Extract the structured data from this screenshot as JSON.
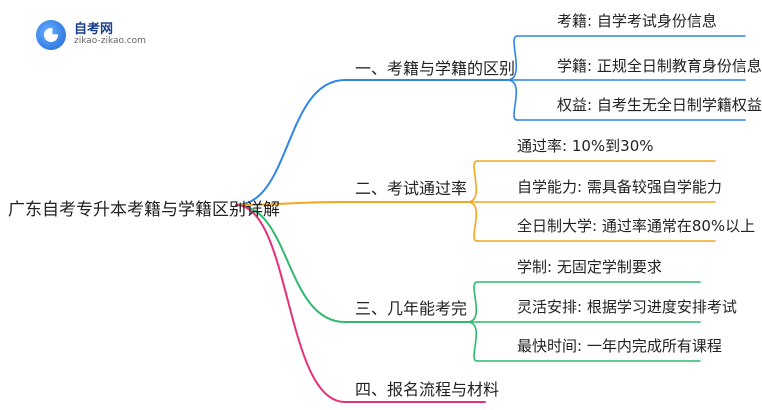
{
  "logo": {
    "name": "自考网",
    "url": "zikao-zikao.com"
  },
  "root": "广东自考专升本考籍与学籍区别详解",
  "branches": [
    {
      "label": "一、考籍与学籍的区别",
      "color": "#2e86e6",
      "leaves": [
        "考籍: 自学考试身份信息",
        "学籍: 正规全日制教育身份信息",
        "权益: 自考生无全日制学籍权益"
      ]
    },
    {
      "label": "二、考试通过率",
      "color": "#f2a623",
      "leaves": [
        "通过率: 10%到30%",
        "自学能力: 需具备较强自学能力",
        "全日制大学: 通过率通常在80%以上"
      ]
    },
    {
      "label": "三、几年能考完",
      "color": "#2fba6e",
      "leaves": [
        "学制: 无固定学制要求",
        "灵活安排: 根据学习进度安排考试",
        "最快时间: 一年内完成所有课程"
      ]
    },
    {
      "label": "四、报名流程与材料",
      "color": "#e8307a",
      "leaves": []
    }
  ]
}
